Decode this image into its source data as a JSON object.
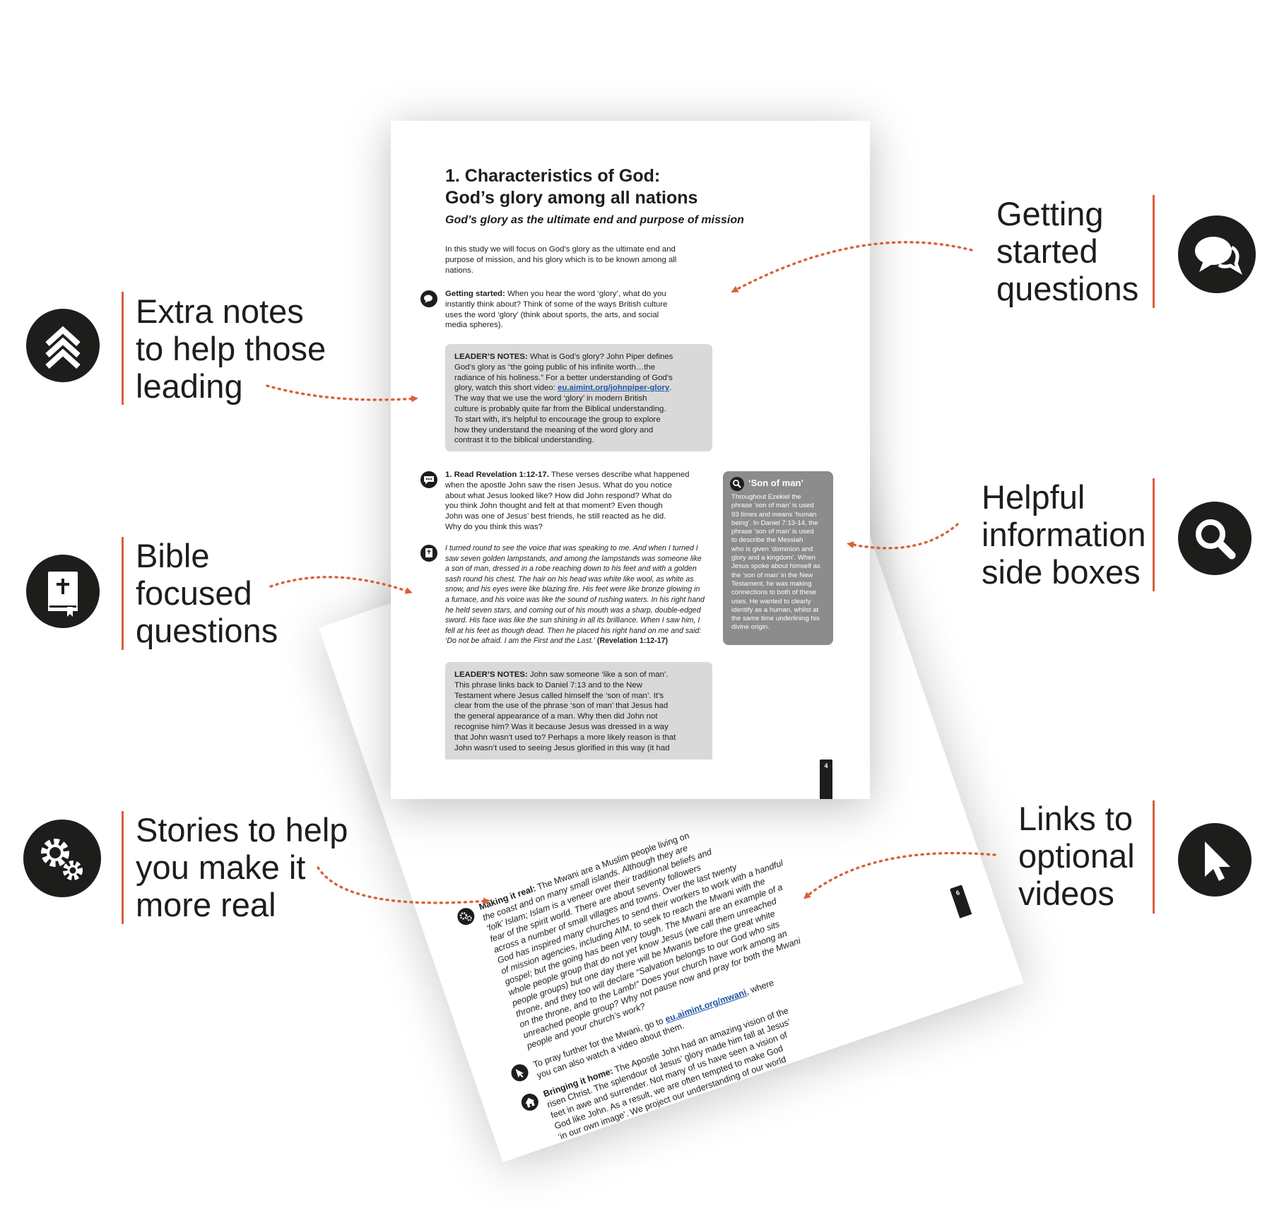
{
  "front_page": {
    "title_line1": "1. Characteristics of God:",
    "title_line2": "God’s glory among all nations",
    "subtitle": "God’s glory as the ultimate end and purpose of mission",
    "intro": [
      "In this study we will focus on God’s glory as the ultimate end and",
      "purpose of mission, and his glory which is to be known among all",
      "nations."
    ],
    "getting_started_label": "Getting started:",
    "getting_started_first": " When you hear the word ‘glory’, what do you",
    "getting_started_rest": [
      "instantly think about? Think of some of the ways British culture",
      "uses the word ‘glory’ (think about sports, the arts, and social",
      "media spheres)."
    ],
    "notes1_label": "LEADER’S NOTES:",
    "notes1_first": " What is God’s glory? John Piper defines",
    "notes1_lines_a": [
      "God’s glory as “the going public of his infinite worth…the",
      "radiance of his holiness.” For a better understanding of God’s"
    ],
    "notes1_link_prefix": "glory, watch this short video: ",
    "notes1_link": "eu.aimint.org/johnpiper-glory",
    "notes1_link_suffix": ".",
    "notes1_lines_b": [
      "The way that we use the word ‘glory’ in modern British",
      "culture is probably quite far from the Biblical understanding.",
      "To start with, it’s helpful to encourage the group to explore",
      "how they understand the meaning of the word glory and",
      "contrast it to the biblical understanding."
    ],
    "q1_label": "1. Read Revelation 1:12-17.",
    "q1_first": " These verses describe what happened",
    "q1_rest": [
      "when the apostle John saw the risen Jesus. What do you notice",
      "about what Jesus looked like? How did John respond? What do",
      "you think John thought and felt at that moment? Even though",
      "John was one of Jesus’ best friends, he still reacted as he did.",
      "Why do you think this was?"
    ],
    "scripture_lines": [
      "I turned round to see the voice that was speaking to me. And when I turned I",
      "saw seven golden lampstands, and among the lampstands was someone like",
      "a son of man, dressed in a robe reaching down to his feet and with a golden",
      "sash round his chest. The hair on his head was white like wool, as white as",
      "snow, and his eyes were like blazing fire. His feet were like bronze glowing in",
      "a furnace, and his voice was like the sound of rushing waters. In his right hand",
      "he held seven stars, and coming out of his mouth was a sharp, double-edged",
      "sword. His face was like the sun shining in all its brilliance. When I saw him, I",
      "fell at his feet as though dead. Then he placed his right hand on me and said:"
    ],
    "scripture_last": "‘Do not be afraid. I am the First and the Last.’",
    "scripture_ref": " (Revelation 1:12-17)",
    "sidebox_title": "‘Son of man’",
    "sidebox_lines": [
      "Throughout Ezekiel the",
      "phrase ‘son of man’ is used",
      "93 times and means ‘human",
      "being’. In Daniel 7:13-14, the",
      "phrase ‘son of man’ is used",
      "to describe the Messiah",
      "who is given ‘dominion and",
      "glory and a kingdom’. When",
      "Jesus spoke about himself as",
      "the ‘son of man’ in the New",
      "Testament, he was making",
      "connections to both of these",
      "uses. He wanted to clearly",
      "identify as a human, whilst at",
      "the same time underlining his",
      "divine origin."
    ],
    "notes2_label": "LEADER’S NOTES:",
    "notes2_first": " John saw someone ‘like a son of man’.",
    "notes2_rest": [
      "This phrase links back to Daniel 7:13 and to the New",
      "Testament where Jesus called himself the ‘son of man’. It’s",
      "clear from the use of the phrase ‘son of man’ that Jesus had",
      "the general appearance of a man. Why then did John not",
      "recognise him? Was it because Jesus was dressed in a way",
      "that John wasn’t used to? Perhaps a more likely reason is that",
      "John wasn’t used to seeing Jesus glorified in this way (it had"
    ],
    "page_number": "4"
  },
  "back_page": {
    "making_real_label": "Making it real:",
    "making_real_first": " The Mwani are a Muslim people living on",
    "making_real_lines": [
      "the coast and on many small islands. Although they are",
      "‘folk’ Islam; Islam is a veneer over their traditional beliefs and",
      "fear of the spirit world. There are about seventy followers",
      "across a number of small villages and towns. Over the last twenty",
      "God has inspired many churches to send their workers to work with a handful",
      "of mission agencies, including AIM, to seek to reach the Mwani with the",
      "gospel; but the going has been very tough. The Mwani are an example of a",
      "whole people group that do not yet know Jesus (we call them unreached",
      "people groups) but one day there will be Mwanis before the great white",
      "throne, and they too will declare “Salvation belongs to our God who sits",
      "on the throne, and to the Lamb!” Does your church have work among an",
      "unreached people group? Why not pause now and pray for both the Mwani",
      "people and your church’s work?"
    ],
    "pray_prefix": "To pray further for the Mwani, go to ",
    "pray_link": "eu.aimint.org/mwani",
    "pray_suffix": ", where",
    "pray_line2": "you can also watch a video about them.",
    "home_label": "Bringing it home:",
    "home_first": " The Apostle John had an amazing vision of the",
    "home_lines": [
      "risen Christ. The splendour of Jesus’ glory made him fall at Jesus’",
      "feet in awe and surrender. Not many of us have seen a vision of",
      "God like John. As a result, we are often tempted to make God",
      "‘in our own image’. We project our understanding of our world"
    ],
    "page_number": "6"
  },
  "annotations": {
    "leaders_notes": [
      "Extra notes",
      "to help those",
      "leading"
    ],
    "bible": [
      "Bible",
      "focused",
      "questions"
    ],
    "stories": [
      "Stories to help",
      "you make it",
      "more real"
    ],
    "getting_started": [
      "Getting",
      "started",
      "questions"
    ],
    "sideboxes": [
      "Helpful",
      "information",
      "side boxes"
    ],
    "videos": [
      "Links to",
      "optional",
      "videos"
    ]
  },
  "icons": {
    "leaders_notes": "chevrons-up-icon",
    "bible": "bible-icon",
    "stories": "gears-icon",
    "getting_started": "speech-bubbles-icon",
    "sideboxes": "magnifier-icon",
    "videos": "cursor-icon"
  },
  "colors": {
    "accent": "#d9603b",
    "ink": "#1d1d1b",
    "notes_bg": "#d9d9d9",
    "sidebox_bg": "#8c8c8c",
    "link": "#2057a6"
  }
}
